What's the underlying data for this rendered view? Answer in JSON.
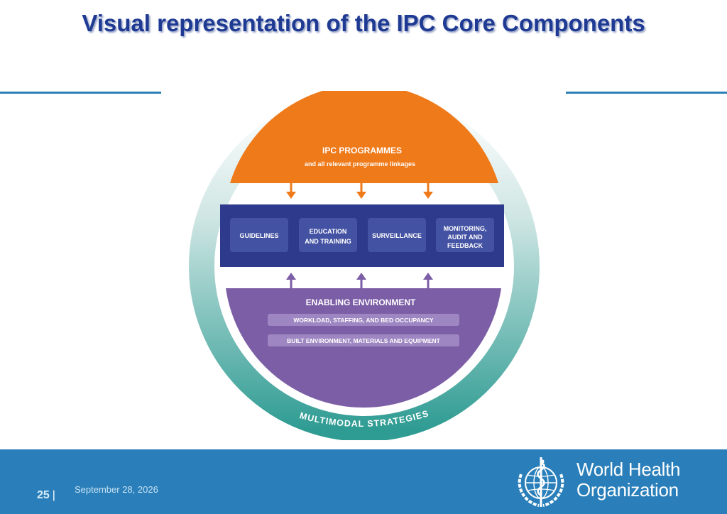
{
  "slide": {
    "title": "Visual representation of the IPC Core Components"
  },
  "diagram": {
    "top_section": {
      "title": "IPC PROGRAMMES",
      "subtitle": "and all relevant programme linkages"
    },
    "core_components": [
      {
        "line1": "GUIDELINES",
        "line2": "",
        "line3": ""
      },
      {
        "line1": "EDUCATION",
        "line2": "AND TRAINING",
        "line3": ""
      },
      {
        "line1": "SURVEILLANCE",
        "line2": "",
        "line3": ""
      },
      {
        "line1": "MONITORING,",
        "line2": "AUDIT AND",
        "line3": "FEEDBACK"
      }
    ],
    "bottom_section": {
      "title": "ENABLING ENVIRONMENT",
      "items": [
        "WORKLOAD, STAFFING, AND BED OCCUPANCY",
        "BUILT ENVIRONMENT, MATERIALS AND EQUIPMENT"
      ]
    },
    "ring_label": "MULTIMODAL STRATEGIES",
    "colors": {
      "orange": "#ef7a1a",
      "navy": "#2e3a8c",
      "purple": "#7c5ea6",
      "teal": "#3aa39a"
    }
  },
  "footer": {
    "page_number": "25",
    "separator": "|",
    "date": "September 28, 2026",
    "org_line1": "World Health",
    "org_line2": "Organization"
  }
}
